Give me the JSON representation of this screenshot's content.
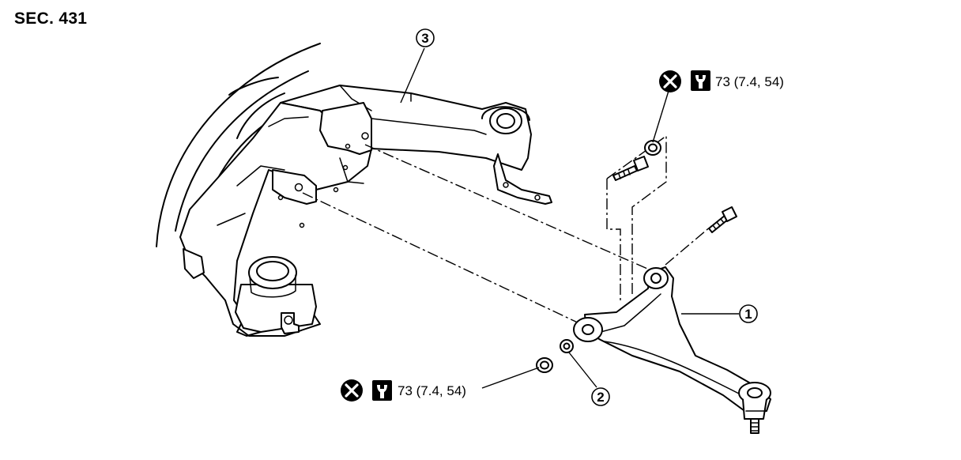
{
  "section": {
    "title": "SEC. 431"
  },
  "callouts": [
    {
      "number": "1",
      "part": "lower link"
    },
    {
      "number": "2",
      "part": "washer"
    },
    {
      "number": "3",
      "part": "rear suspension member"
    }
  ],
  "torques": [
    {
      "value": "73 (7.4, 54)",
      "icons": [
        "do-not-reuse-icon",
        "torque-wrench-icon"
      ]
    },
    {
      "value": "73 (7.4, 54)",
      "icons": [
        "do-not-reuse-icon",
        "torque-wrench-icon"
      ]
    }
  ],
  "colors": {
    "line": "#000000",
    "background": "#ffffff"
  }
}
